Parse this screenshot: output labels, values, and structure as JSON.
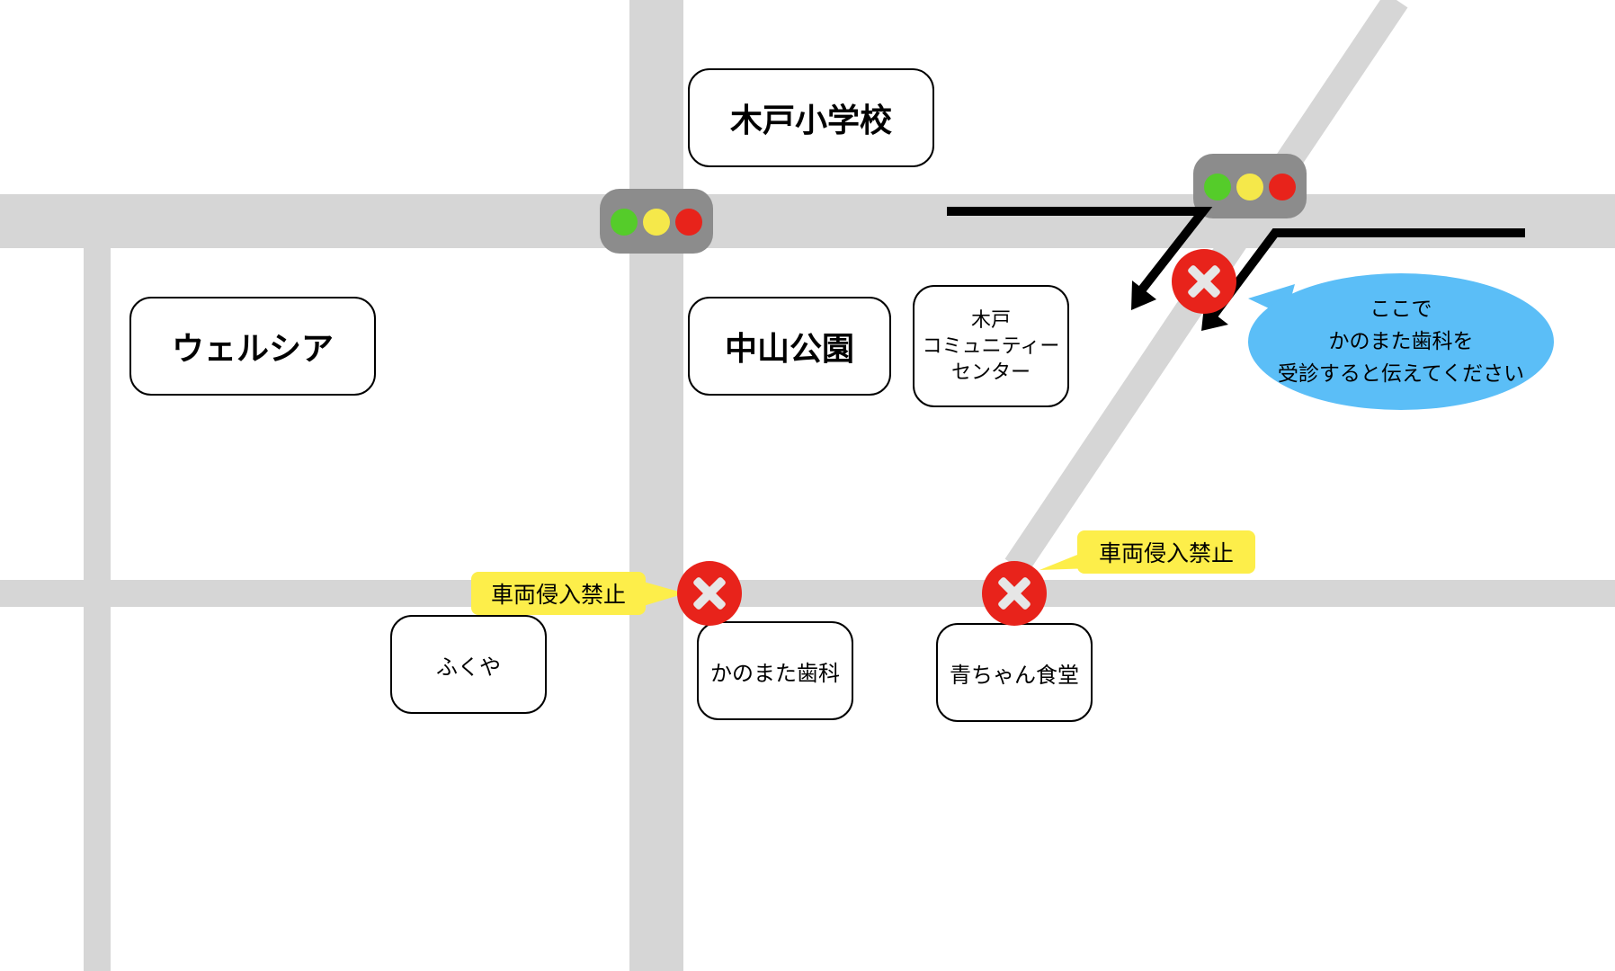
{
  "colors": {
    "road": "#d6d6d6",
    "signal_body": "#8c8c8c",
    "signal_green": "#55cc2a",
    "signal_yellow": "#f5e84a",
    "signal_red": "#e8231b",
    "no_entry": "#e8231b",
    "tag": "#fdee4a",
    "bubble": "#5bbef7"
  },
  "places": {
    "school": "木戸小学校",
    "welcia": "ウェルシア",
    "park": "中山公園",
    "community_center": "木戸\nコミュニティー\nセンター",
    "fukuya": "ふくや",
    "dental": "かのまた歯科",
    "diner": "青ちゃん食堂"
  },
  "tags": {
    "no_vehicle_left": "車両侵入禁止",
    "no_vehicle_right": "車両侵入禁止"
  },
  "callout": {
    "text": "ここで\nかのまた歯科を\n受診すると伝えてください"
  },
  "icons": {
    "traffic_light": "traffic-light-icon",
    "no_entry": "no-entry-icon",
    "route_arrow": "route-arrow-icon"
  }
}
